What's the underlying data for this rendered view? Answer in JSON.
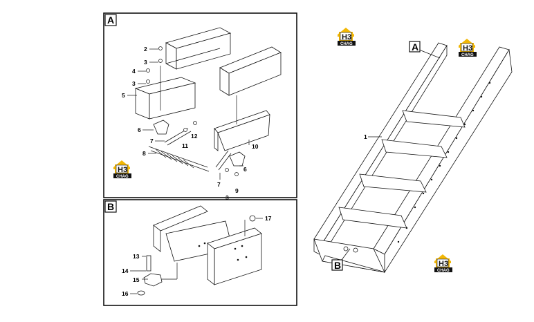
{
  "panels": {
    "a": {
      "label": "A"
    },
    "b": {
      "label": "B"
    }
  },
  "callouts": {
    "a": {
      "label": "A"
    },
    "b": {
      "label": "B"
    }
  },
  "parts_a": [
    "2",
    "3",
    "4",
    "3",
    "5",
    "6",
    "7",
    "8",
    "11",
    "12",
    "10",
    "6",
    "7",
    "3",
    "9"
  ],
  "parts_b": [
    "17",
    "13",
    "14",
    "15",
    "16"
  ],
  "part_main": "1",
  "logo": {
    "glyph": "H3",
    "caption": "CHAG"
  },
  "colors": {
    "line": "#111111",
    "logo_yellow": "#f2b705",
    "logo_dark": "#111111"
  }
}
